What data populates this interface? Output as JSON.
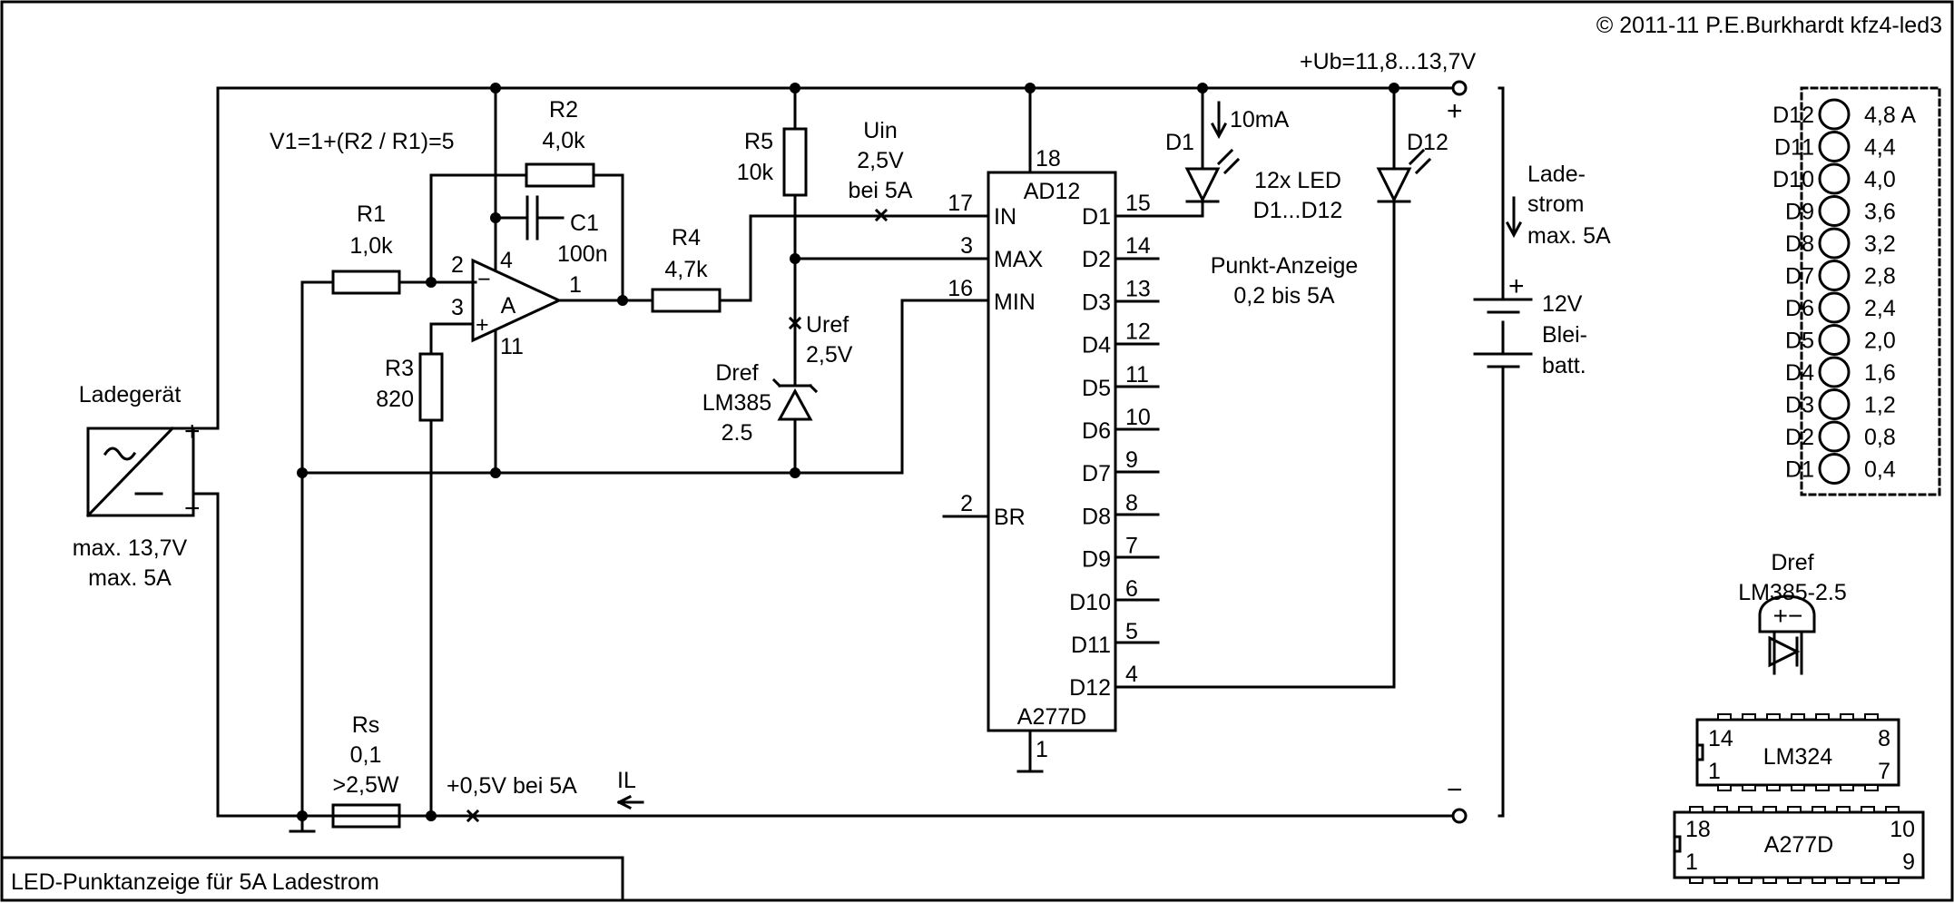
{
  "copyright": "© 2011-11 P.E.Burkhardt kfz4-led3",
  "title": "LED-Punktanzeige für 5A Ladestrom",
  "supply": {
    "ub": "+Ub=11,8...13,7V",
    "plus": "+",
    "minus": "−"
  },
  "charger": {
    "label": "Ladegerät",
    "spec1": "max. 13,7V",
    "spec2": "max. 5A",
    "plus": "+",
    "minus": "−"
  },
  "gain_formula": "V1=1+(R2 / R1)=5",
  "r1": {
    "name": "R1",
    "value": "1,0k"
  },
  "r2": {
    "name": "R2",
    "value": "4,0k"
  },
  "r3": {
    "name": "R3",
    "value": "820"
  },
  "r4": {
    "name": "R4",
    "value": "4,7k"
  },
  "r5": {
    "name": "R5",
    "value": "10k"
  },
  "c1": {
    "name": "C1",
    "value": "100n"
  },
  "rs": {
    "name": "Rs",
    "value": "0,1",
    "power": ">2,5W"
  },
  "opamp": {
    "label": "A",
    "pins": [
      "2",
      "3",
      "4",
      "11",
      "1"
    ],
    "inv": "−",
    "noninv": "+"
  },
  "uin": {
    "l1": "Uin",
    "l2": "2,5V",
    "l3": "bei 5A"
  },
  "uref": {
    "l1": "Uref",
    "l2": "2,5V"
  },
  "dref": {
    "l1": "Dref",
    "l2": "LM385",
    "l3": "2.5"
  },
  "sense_voltage": "+0,5V bei 5A",
  "il": "IL",
  "ic": {
    "name": "AD12",
    "part": "A277D",
    "top_pin": "18",
    "gnd_pin": "1",
    "left_pins": [
      {
        "num": "17",
        "name": "IN"
      },
      {
        "num": "3",
        "name": "MAX"
      },
      {
        "num": "16",
        "name": "MIN"
      },
      {
        "num": "2",
        "name": "BR"
      }
    ],
    "right_pins": [
      {
        "num": "15",
        "name": "D1"
      },
      {
        "num": "14",
        "name": "D2"
      },
      {
        "num": "13",
        "name": "D3"
      },
      {
        "num": "12",
        "name": "D4"
      },
      {
        "num": "11",
        "name": "D5"
      },
      {
        "num": "10",
        "name": "D6"
      },
      {
        "num": "9",
        "name": "D7"
      },
      {
        "num": "8",
        "name": "D8"
      },
      {
        "num": "7",
        "name": "D9"
      },
      {
        "num": "6",
        "name": "D10"
      },
      {
        "num": "5",
        "name": "D11"
      },
      {
        "num": "4",
        "name": "D12"
      }
    ]
  },
  "led_d1": "D1",
  "led_d12": "D12",
  "led_current": "10mA",
  "led_group": {
    "l1": "12x LED",
    "l2": "D1...D12"
  },
  "display_mode": {
    "l1": "Punkt-Anzeige",
    "l2": "0,2 bis 5A"
  },
  "charge_current": {
    "l1": "Lade-",
    "l2": "strom",
    "l3": "max. 5A"
  },
  "battery": {
    "plus": "+",
    "l1": "12V",
    "l2": "Blei-",
    "l3": "batt."
  },
  "led_scale": [
    {
      "led": "D12",
      "value": "4,8 A"
    },
    {
      "led": "D11",
      "value": "4,4"
    },
    {
      "led": "D10",
      "value": "4,0"
    },
    {
      "led": "D9",
      "value": "3,6"
    },
    {
      "led": "D8",
      "value": "3,2"
    },
    {
      "led": "D7",
      "value": "2,8"
    },
    {
      "led": "D6",
      "value": "2,4"
    },
    {
      "led": "D5",
      "value": "2,0"
    },
    {
      "led": "D4",
      "value": "1,6"
    },
    {
      "led": "D3",
      "value": "1,2"
    },
    {
      "led": "D2",
      "value": "0,8"
    },
    {
      "led": "D1",
      "value": "0,4"
    }
  ],
  "pinout_dref": {
    "l1": "Dref",
    "l2": "LM385-2.5",
    "pins": "+−"
  },
  "pkg_lm324": {
    "name": "LM324",
    "p14": "14",
    "p1": "1",
    "p8": "8",
    "p7": "7"
  },
  "pkg_a277d": {
    "name": "A277D",
    "p18": "18",
    "p1": "1",
    "p10": "10",
    "p9": "9"
  }
}
